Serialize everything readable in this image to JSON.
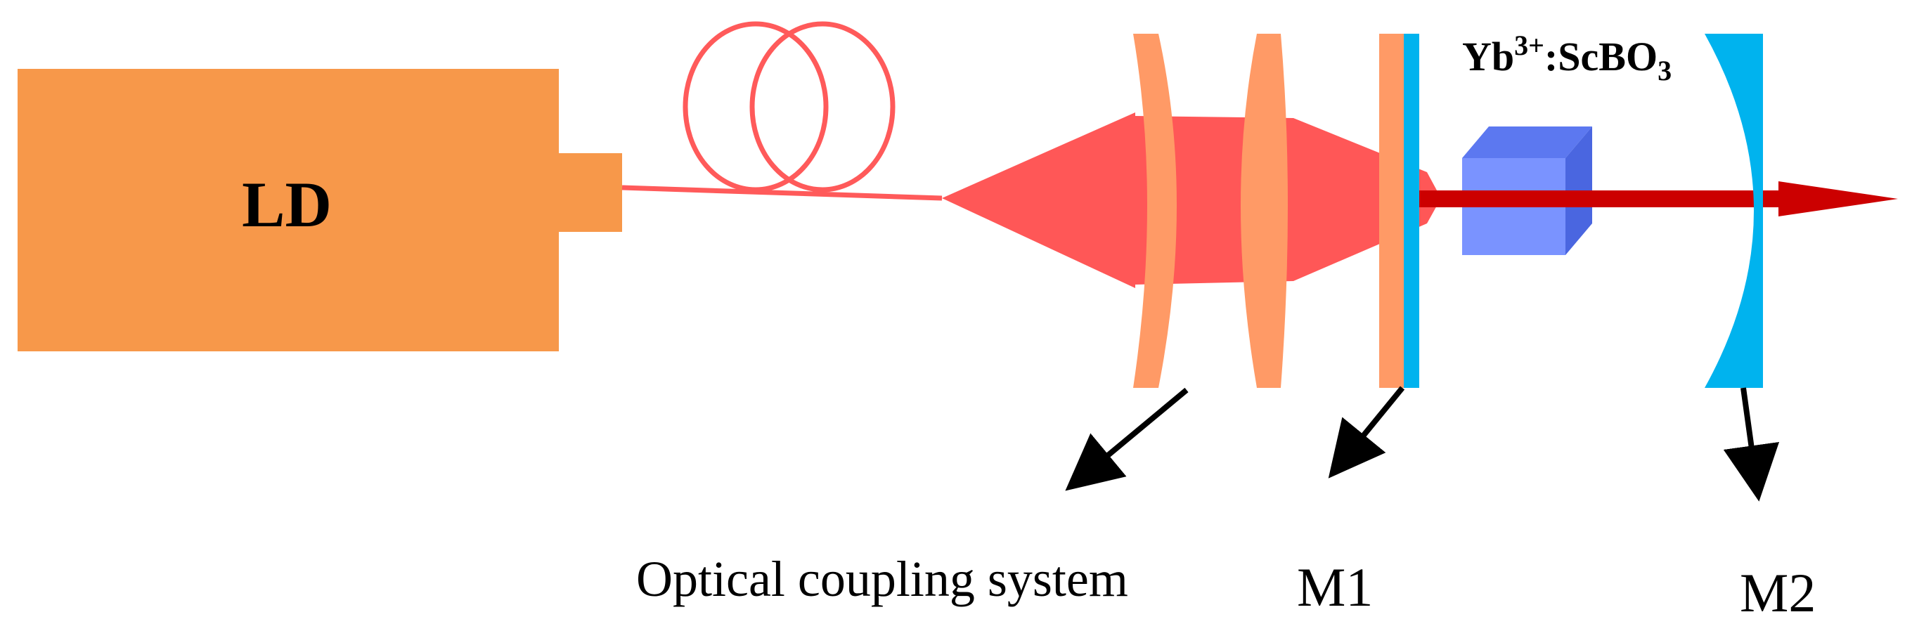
{
  "labels": {
    "laser_diode": "LD",
    "crystal_prefix": "Yb",
    "crystal_superscript": "3+",
    "crystal_middle": ":ScBO",
    "crystal_subscript": "3",
    "optical_coupling": "Optical coupling system",
    "mirror_1": "M1",
    "mirror_2": "M2"
  },
  "colors": {
    "laser_diode": "#f7984a",
    "fiber": "#ff5a5a",
    "pump_beam": "#ff5757",
    "lens": "#ff9a66",
    "mirror": "#00b3ee",
    "crystal_front": "#7a93ff",
    "crystal_top": "#5c78f0",
    "crystal_side": "#4a66e0",
    "output_beam": "#cc0000",
    "arrow": "#000000"
  }
}
